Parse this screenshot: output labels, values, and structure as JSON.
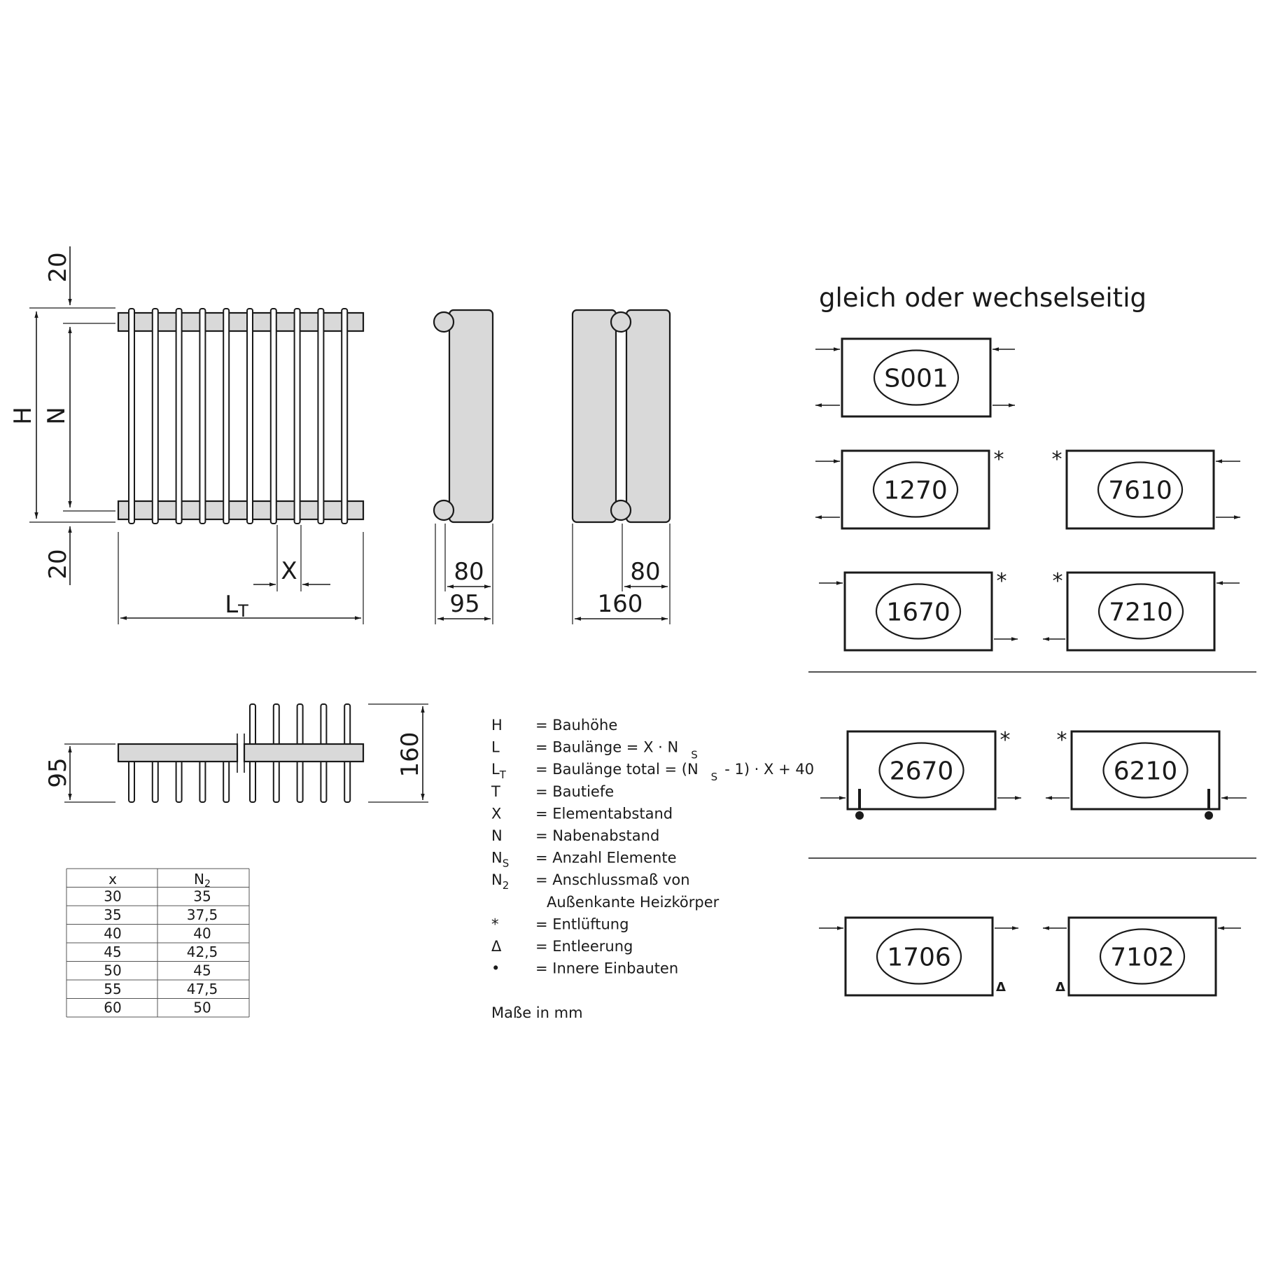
{
  "drawing": {
    "front": {
      "top_dim": "20",
      "bottom_dim": "20",
      "height_label": "H",
      "hub_label": "N",
      "spacing_label": "X",
      "total_length_label": "L",
      "total_length_sub": "T",
      "element_count": 10
    },
    "side_single": {
      "inner_dim": "80",
      "outer_dim": "95"
    },
    "side_double": {
      "inner_dim": "80",
      "outer_dim": "160"
    },
    "top_view": {
      "left_dim": "95",
      "right_dim": "160",
      "front_tubes": 5,
      "back_tubes": 10
    }
  },
  "table": {
    "headers": [
      "x",
      "N",
      "2"
    ],
    "rows": [
      [
        "30",
        "35"
      ],
      [
        "35",
        "37,5"
      ],
      [
        "40",
        "40"
      ],
      [
        "45",
        "42,5"
      ],
      [
        "50",
        "45"
      ],
      [
        "55",
        "47,5"
      ],
      [
        "60",
        "50"
      ]
    ]
  },
  "legend": {
    "items": [
      {
        "sym": "H",
        "sub": "",
        "desc": "= Bauhöhe"
      },
      {
        "sym": "L",
        "sub": "",
        "desc": "= Baulänge = X · N",
        "desc_sub": "S"
      },
      {
        "sym": "L",
        "sub": "T",
        "desc": "= Baulänge total = (N",
        "desc_sub": "S",
        "desc_tail": "- 1) · X + 40"
      },
      {
        "sym": "T",
        "sub": "",
        "desc": "= Bautiefe"
      },
      {
        "sym": "X",
        "sub": "",
        "desc": "= Elementabstand"
      },
      {
        "sym": "N",
        "sub": "",
        "desc": "= Nabenabstand"
      },
      {
        "sym": "N",
        "sub": "S",
        "desc": "= Anzahl Elemente"
      },
      {
        "sym": "N",
        "sub": "2",
        "desc": "= Anschlussmaß von",
        "desc2": "Außenkante Heizkörper"
      },
      {
        "sym": "*",
        "sub": "",
        "desc": "= Entlüftung"
      },
      {
        "sym": "Δ",
        "sub": "",
        "desc": "= Entleerung"
      },
      {
        "sym": "•",
        "sub": "",
        "desc": "= Innere Einbauten"
      }
    ],
    "units_note": "Maße in mm"
  },
  "connections": {
    "title": "gleich oder wechselseitig",
    "codes": [
      "S001",
      "1270",
      "7610",
      "1670",
      "7210",
      "2670",
      "6210",
      "1706",
      "7102"
    ],
    "vent_mark": "*",
    "drain_mark": "Δ"
  }
}
